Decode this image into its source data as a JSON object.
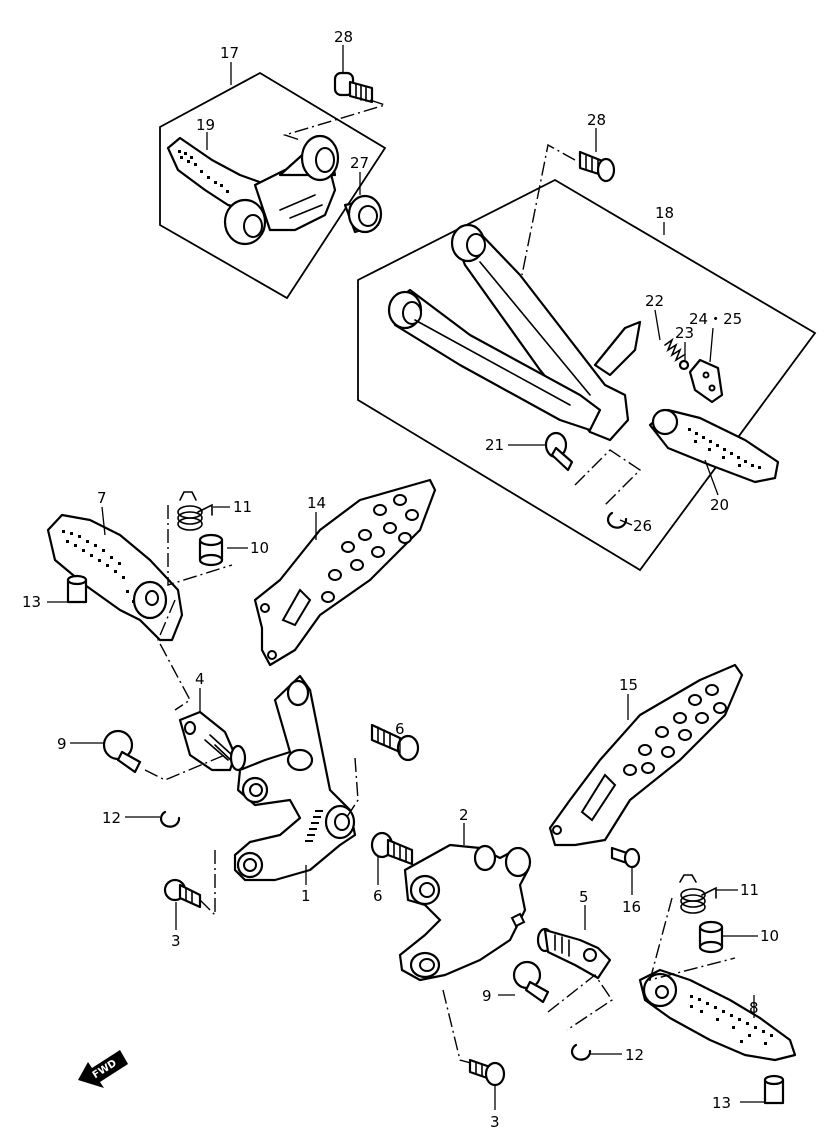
{
  "callouts": [
    {
      "id": "c17",
      "text": "17"
    },
    {
      "id": "c28a",
      "text": "28"
    },
    {
      "id": "c19",
      "text": "19"
    },
    {
      "id": "c27",
      "text": "27"
    },
    {
      "id": "c28b",
      "text": "28"
    },
    {
      "id": "c18",
      "text": "18"
    },
    {
      "id": "c22",
      "text": "22"
    },
    {
      "id": "c2425",
      "text": "24・25"
    },
    {
      "id": "c23",
      "text": "23"
    },
    {
      "id": "c21",
      "text": "21"
    },
    {
      "id": "c20",
      "text": "20"
    },
    {
      "id": "c26",
      "text": "26"
    },
    {
      "id": "c7",
      "text": "7"
    },
    {
      "id": "c11a",
      "text": "11"
    },
    {
      "id": "c14",
      "text": "14"
    },
    {
      "id": "c10a",
      "text": "10"
    },
    {
      "id": "c13a",
      "text": "13"
    },
    {
      "id": "c4",
      "text": "4"
    },
    {
      "id": "c15",
      "text": "15"
    },
    {
      "id": "c9a",
      "text": "9"
    },
    {
      "id": "c6a",
      "text": "6"
    },
    {
      "id": "c12a",
      "text": "12"
    },
    {
      "id": "c2",
      "text": "2"
    },
    {
      "id": "c1",
      "text": "1"
    },
    {
      "id": "c6b",
      "text": "6"
    },
    {
      "id": "c16",
      "text": "16"
    },
    {
      "id": "c11b",
      "text": "11"
    },
    {
      "id": "c5",
      "text": "5"
    },
    {
      "id": "c3a",
      "text": "3"
    },
    {
      "id": "c10b",
      "text": "10"
    },
    {
      "id": "c9b",
      "text": "9"
    },
    {
      "id": "c8",
      "text": "8"
    },
    {
      "id": "c12b",
      "text": "12"
    },
    {
      "id": "c3b",
      "text": "3"
    },
    {
      "id": "c13b",
      "text": "13"
    }
  ],
  "fwd_arrow": {
    "text": "FWD"
  },
  "icons": {
    "fwd": "forward-arrow-icon"
  }
}
